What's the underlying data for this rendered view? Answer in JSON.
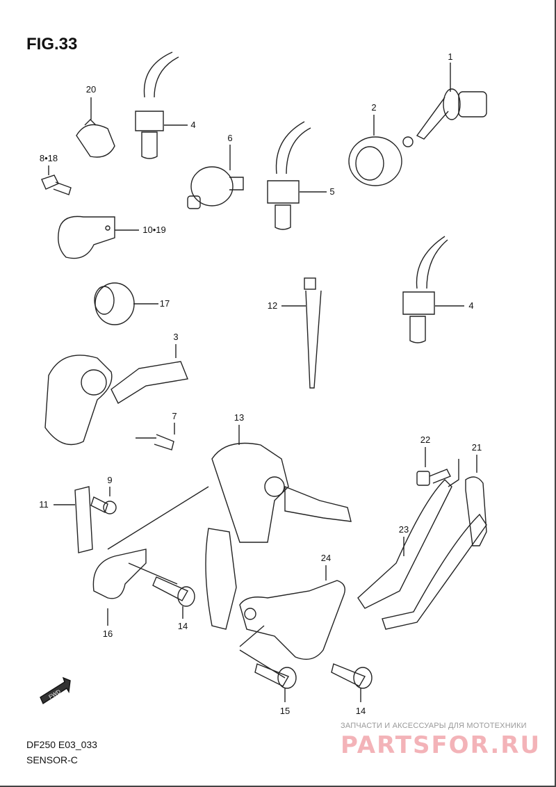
{
  "figure_title": "FIG.33",
  "model_code": "DF250 E03_033",
  "section_name": "SENSOR-C",
  "fwd_label": "FWD",
  "watermark": {
    "tagline": "ЗАПЧАСТИ И АКСЕССУАРЫ ДЛЯ МОТОТЕХНИКИ",
    "brand": "PARTSFOR.RU"
  },
  "callouts": {
    "c1": "1",
    "c20": "20",
    "c4a": "4",
    "c2": "2",
    "c6": "6",
    "c8_18": "8•18",
    "c5": "5",
    "c10_19": "10•19",
    "c17": "17",
    "c12": "12",
    "c4b": "4",
    "c3": "3",
    "c13": "13",
    "c7": "7",
    "c22": "22",
    "c21": "21",
    "c9": "9",
    "c11": "11",
    "c23": "23",
    "c24": "24",
    "c14a": "14",
    "c16": "16",
    "c15": "15",
    "c14b": "14"
  }
}
